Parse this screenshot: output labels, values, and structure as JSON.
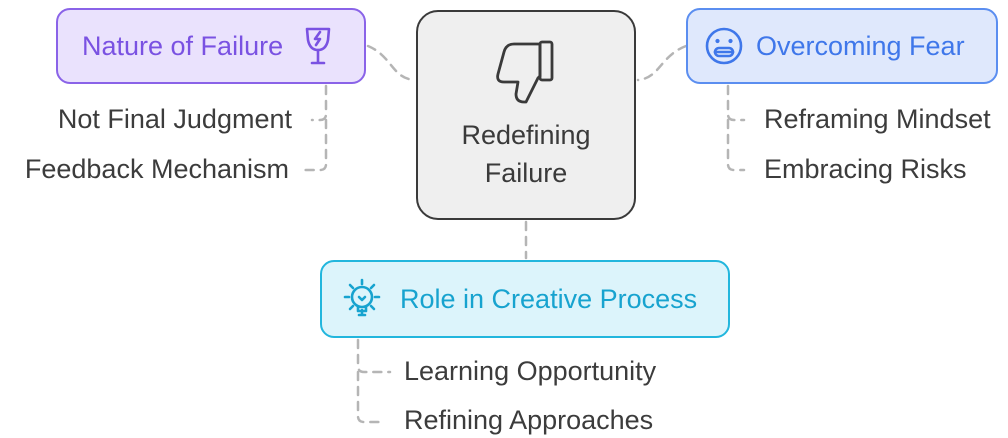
{
  "center": {
    "title_line1": "Redefining",
    "title_line2": "Failure",
    "icon": "thumbs-down-icon"
  },
  "nature": {
    "label": "Nature of Failure",
    "icon": "broken-glass-icon",
    "color": "#8a63e8",
    "items": [
      "Not Final Judgment",
      "Feedback Mechanism"
    ]
  },
  "fear": {
    "label": "Overcoming Fear",
    "icon": "grimace-face-icon",
    "color": "#5b8ef0",
    "items": [
      "Reframing Mindset",
      "Embracing Risks"
    ]
  },
  "creative": {
    "label": "Role in Creative Process",
    "icon": "lightbulb-gear-icon",
    "color": "#22b6dd",
    "items": [
      "Learning Opportunity",
      "Refining Approaches"
    ]
  }
}
